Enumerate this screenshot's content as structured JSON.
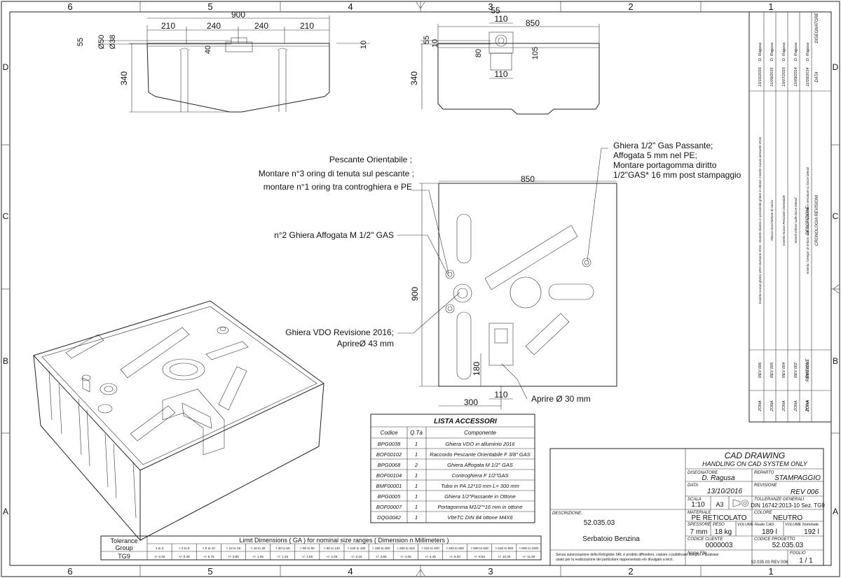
{
  "frame": {
    "cols_top": [
      "6",
      "5",
      "4",
      "3",
      "2",
      "1"
    ],
    "cols_bottom": [
      "6",
      "5",
      "4",
      "3",
      "2",
      "1"
    ],
    "rows_left": [
      "D",
      "C",
      "B",
      "A"
    ],
    "rows_right": [
      "D",
      "C",
      "B",
      "A"
    ]
  },
  "front_view": {
    "width": "900",
    "seg1": "210",
    "seg2": "240",
    "seg3": "240",
    "seg4": "210",
    "d55": "55",
    "d50": "Ø50",
    "d38": "Ø38",
    "d40": "40",
    "height": "340",
    "d10": "10"
  },
  "side_view": {
    "width": "850",
    "d110_top": "110",
    "d55": "55",
    "d55_left": "55",
    "d10": "10",
    "d80": "80",
    "d105": "105",
    "d110_bottom": "110",
    "height": "340"
  },
  "top_view": {
    "width": "850",
    "height": "900",
    "d180": "180",
    "d300": "300",
    "d110": "110"
  },
  "notes": {
    "pescante": [
      "Pescante Orientabile ;",
      "Montare n°3 oring di tenuta sul pescante ;",
      "montare n°1 oring tra controghiera e PE"
    ],
    "ghiera_affogata": "n°2 Ghiera Affogata M 1/2\" GAS",
    "ghiera_vdo": [
      "Ghiera VDO Revisione 2016;",
      "AprireØ 43 mm"
    ],
    "ghiera_passante": [
      "Ghiera 1/2\" Gas Passante;",
      "Affogata 5 mm nel PE;",
      "Montare portagomma diritto",
      "1/2\"GAS* 16 mm post stampaggio"
    ],
    "aprire30": "Aprire Ø 30 mm"
  },
  "accessories": {
    "title": "LISTA ACCESSORI",
    "headers": [
      "Codice",
      "Q.Tà",
      "Componente"
    ],
    "rows": [
      [
        "BPG0038",
        "1",
        "Ghiera VDO in alluminio 2016"
      ],
      [
        "BOF00102",
        "1",
        "Raccordo Pescante Orientabile F 3/8\" GAS"
      ],
      [
        "BPG0068",
        "2",
        "Ghiera Affogata M 1/2\" GAS"
      ],
      [
        "BOF00104",
        "1",
        "Controghiera F 1/2\"GAS"
      ],
      [
        "BMF00001",
        "1",
        "Tubo in PA 12*10 mm L= 300 mm"
      ],
      [
        "BPG0005",
        "1",
        "Ghiera 1/2\"Passante  in  Ottone"
      ],
      [
        "BOF00007",
        "1",
        "Portagomma M1/2\"*16 mm in ottone"
      ],
      [
        "DQG0042",
        "1",
        "VIteTC DIN 84 ottone M4X6"
      ]
    ]
  },
  "tolerance": {
    "title": "Limit Dimensions ( GA ) for nominal size ranges ( Dimension n Millimeters )",
    "label1": "Tolerance",
    "label2": "Group",
    "group": "TG9",
    "ranges": [
      "1 to 3",
      "> 3 to 6",
      "> 6 to 10",
      "> 10 to 18",
      "> 18 to 30",
      "> 30 to 50",
      "> 50 to 80",
      "> 80 to 120",
      "> 120 to 180",
      "> 180 to 250",
      "> 250 to 315",
      "> 315 to 400",
      "> 400 to 500",
      "> 500 to 630",
      "> 630 to 800",
      "> 800 to 1000"
    ],
    "values": [
      "+/- 0.30",
      "+/- 0.49",
      "+/- 0.75",
      "+/- 0.90",
      "+/- 1.05",
      "+/- 1.25",
      "+/- 1.50",
      "+/- 2.25",
      "+/- 3.15",
      "+/- 3.80",
      "+/- 4.05",
      "+/- 4.45",
      "+/- 6.20",
      "+/- 8.50",
      "+/- 10.00",
      "+/- 11.50"
    ]
  },
  "revisions": {
    "header": [
      "DISEGNATORE",
      "DATA",
      "DESCRIZIONE",
      "REVISIONE",
      "ZONA"
    ],
    "rows": [
      [
        "D. Ragusa",
        "11/09/2014",
        "Inserita \"omega\" di rinforzi sulla faccia superiore  e nervature su facce laterali",
        "REV 001",
        "ZONA"
      ],
      [
        "D. Ragusa",
        "12/09/2014",
        "Inseriti rinforzi sulle facce laterali",
        "REV 002",
        "ZONA"
      ],
      [
        "D. Ragusa",
        "13/07/2015",
        "Inserito Nuovo Pescante Orientabile",
        "REV 004",
        "ZONA"
      ],
      [
        "D. Ragusa",
        "11/09/2015",
        "Attacco bocchettone di carico",
        "REV 005",
        "ZONA"
      ],
      [
        "D. Ragusa",
        "13/10/2016",
        "Inserita nuova ghiera VDO revisione 2016 - Inserito ribasso in prossimità ghiere in ottone; inserito nuovo pescante 2016",
        "REV 006",
        "ZONA"
      ]
    ],
    "footer": "CRONOLOGIA REVISIONI"
  },
  "title_block": {
    "cad": "CAD   DRAWING",
    "handling": "HANDLING  ON  CAD SYSTEM ONLY",
    "disegnatore_label": "DISEGNATORE",
    "disegnatore": "D. Ragusa",
    "reparto_label": "REPARTO",
    "reparto": "STAMPAGGIO",
    "data_label": "DATA",
    "data": "13/10/2016",
    "revisione_label": "REVISIONE",
    "revisione": "REV 006",
    "scala_label": "SCALA",
    "scala": "1:10",
    "formato": "A3",
    "tolleranze_label": "TOLLERANZE GENERALI",
    "tolleranze": "DIN 16742:2013-10 Sez. TG9",
    "materiale_label": "MATERIALE",
    "materiale": "PE RETICOLATO",
    "colore_label": "COLORE",
    "colore": "NEUTRO",
    "spessore_label": "SPESSORE",
    "spessore": "7 mm",
    "peso_label": "PESO",
    "peso": "18 kg",
    "vol_cad_label": "VOLUME Reale CAD",
    "vol_cad": "189 l",
    "vol_nom_label": "VOLUME Nominale",
    "vol_nom": "192 l",
    "codice_cliente_label": "CODICE CLIENTE",
    "codice_cliente": "0000003",
    "codice_progetto_label": "CODICE PROGETTO",
    "codice_progetto": "52.035.03",
    "nome_file_label": "Nome File",
    "nome_file": "52.035.03 REV 006",
    "foglio_label": "FOGLIO",
    "foglio": "1 / 1",
    "descrizione_label": "DESCRIZIONE:",
    "codice": "52.035.03",
    "descrizione": "Serbatoio Benzina",
    "disclaimer1": "Senza autorizzazione della Rotoglobe SRL è proibito diffondere, copiare o pubblicare disegno e qualsiasi",
    "disclaimer2": "usato per la realizzazione dei particolare rappresentato e/o divulgato a terzi."
  }
}
